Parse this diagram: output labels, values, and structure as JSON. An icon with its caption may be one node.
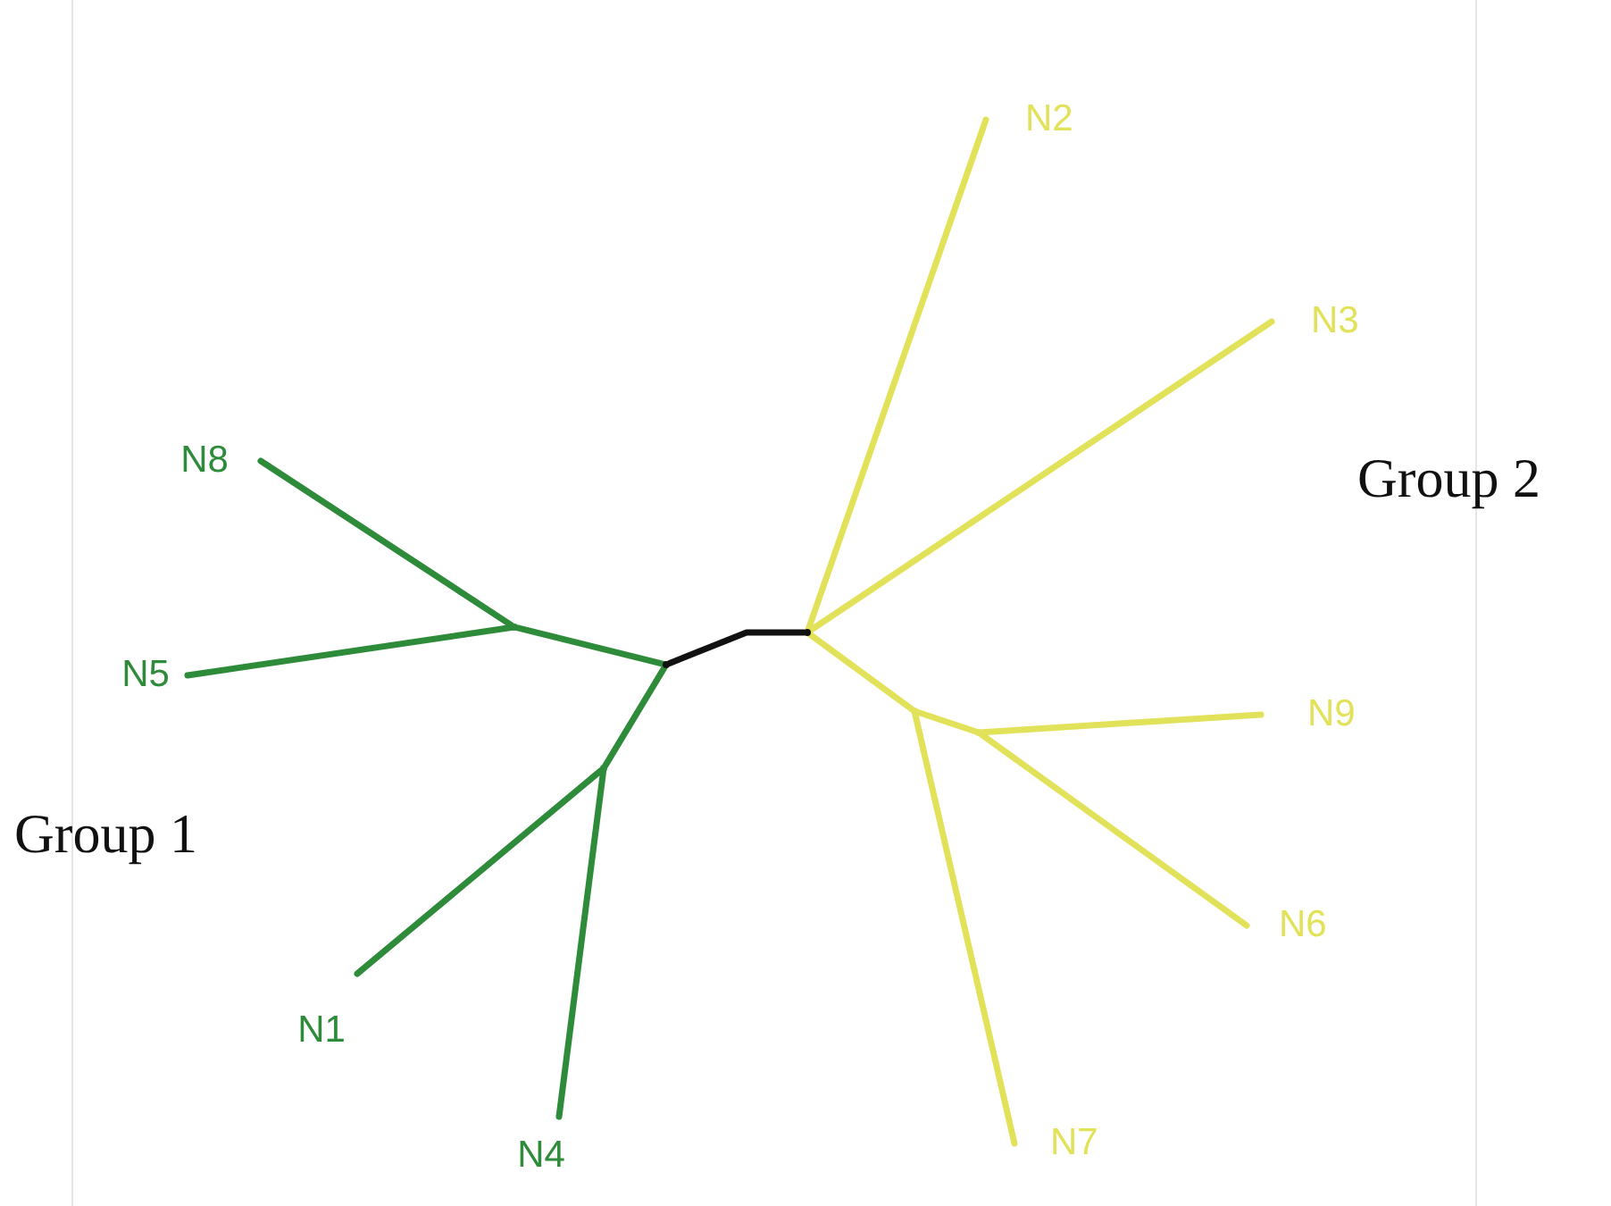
{
  "diagram": {
    "nodes": [
      {
        "text": [
          "N2"
        ]
      },
      {
        "text": [
          "N3"
        ]
      },
      {
        "text": [
          "N8"
        ]
      },
      {
        "text": [
          "N9"
        ]
      },
      {
        "text": [
          "N5"
        ]
      },
      {
        "text": [
          "N6"
        ]
      },
      {
        "text": [
          "N1"
        ]
      },
      {
        "text": [
          "N7"
        ]
      },
      {
        "text": [
          "N4"
        ]
      },
      {
        "text": [],
        "shape": "dot"
      },
      {
        "text": [],
        "shape": "dot"
      },
      {
        "text": [],
        "shape": "dot"
      },
      {
        "text": [],
        "shape": "dot"
      },
      {
        "text": [],
        "shape": "dot"
      },
      {
        "text": [],
        "shape": "dot"
      }
    ],
    "edges": [
      {
        "from": 9,
        "to": 12,
        "arrow": "none",
        "color": "#111111"
      },
      {
        "from": 9,
        "to": 10,
        "arrow": "none",
        "color": "#2e8b3a"
      },
      {
        "from": 10,
        "to": 2,
        "arrow": "none",
        "color": "#2e8b3a"
      },
      {
        "from": 10,
        "to": 4,
        "arrow": "none",
        "color": "#2e8b3a"
      },
      {
        "from": 9,
        "to": 11,
        "arrow": "none",
        "color": "#2e8b3a"
      },
      {
        "from": 11,
        "to": 6,
        "arrow": "none",
        "color": "#2e8b3a"
      },
      {
        "from": 11,
        "to": 8,
        "arrow": "none",
        "color": "#2e8b3a"
      },
      {
        "from": 12,
        "to": 0,
        "arrow": "none"
      },
      {
        "from": 12,
        "to": 1,
        "arrow": "none"
      },
      {
        "from": 12,
        "to": 13,
        "arrow": "none"
      },
      {
        "from": 13,
        "to": 7,
        "arrow": "none"
      },
      {
        "from": 13,
        "to": 14,
        "arrow": "none"
      },
      {
        "from": 14,
        "to": 3,
        "arrow": "none"
      },
      {
        "from": 14,
        "to": 5,
        "arrow": "none"
      }
    ],
    "labels": [
      "Group 2",
      "Group 1"
    ]
  }
}
